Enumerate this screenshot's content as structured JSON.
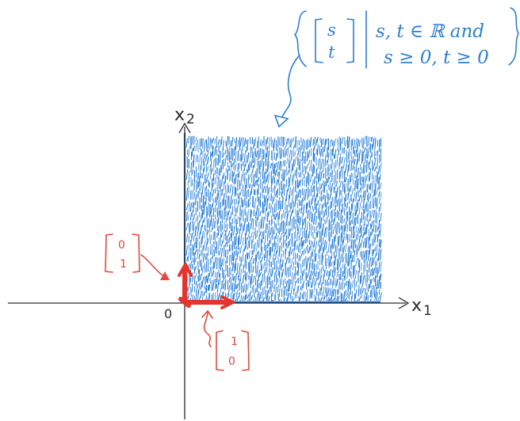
{
  "colors": {
    "axis": "#2a2a2a",
    "region_border": "#2d6fbf",
    "region_fill_stroke": "#1f7ad6",
    "annotation_blue": "#2f7fd0",
    "vector_red": "#e3352b",
    "label_red": "#e04a3f"
  },
  "axes": {
    "x_label_main": "x",
    "x_label_sub": "1",
    "y_label_main": "x",
    "y_label_sub": "2",
    "origin_label": "0"
  },
  "set_notation": {
    "vector_top": "s",
    "vector_bottom": "t",
    "condition_line1": "s, t ∈ ℝ and",
    "condition_line2": "s ≥ 0, t ≥ 0"
  },
  "vectors": {
    "e2_top": "0",
    "e2_bottom": "1",
    "e1_top": "1",
    "e1_bottom": "0"
  }
}
